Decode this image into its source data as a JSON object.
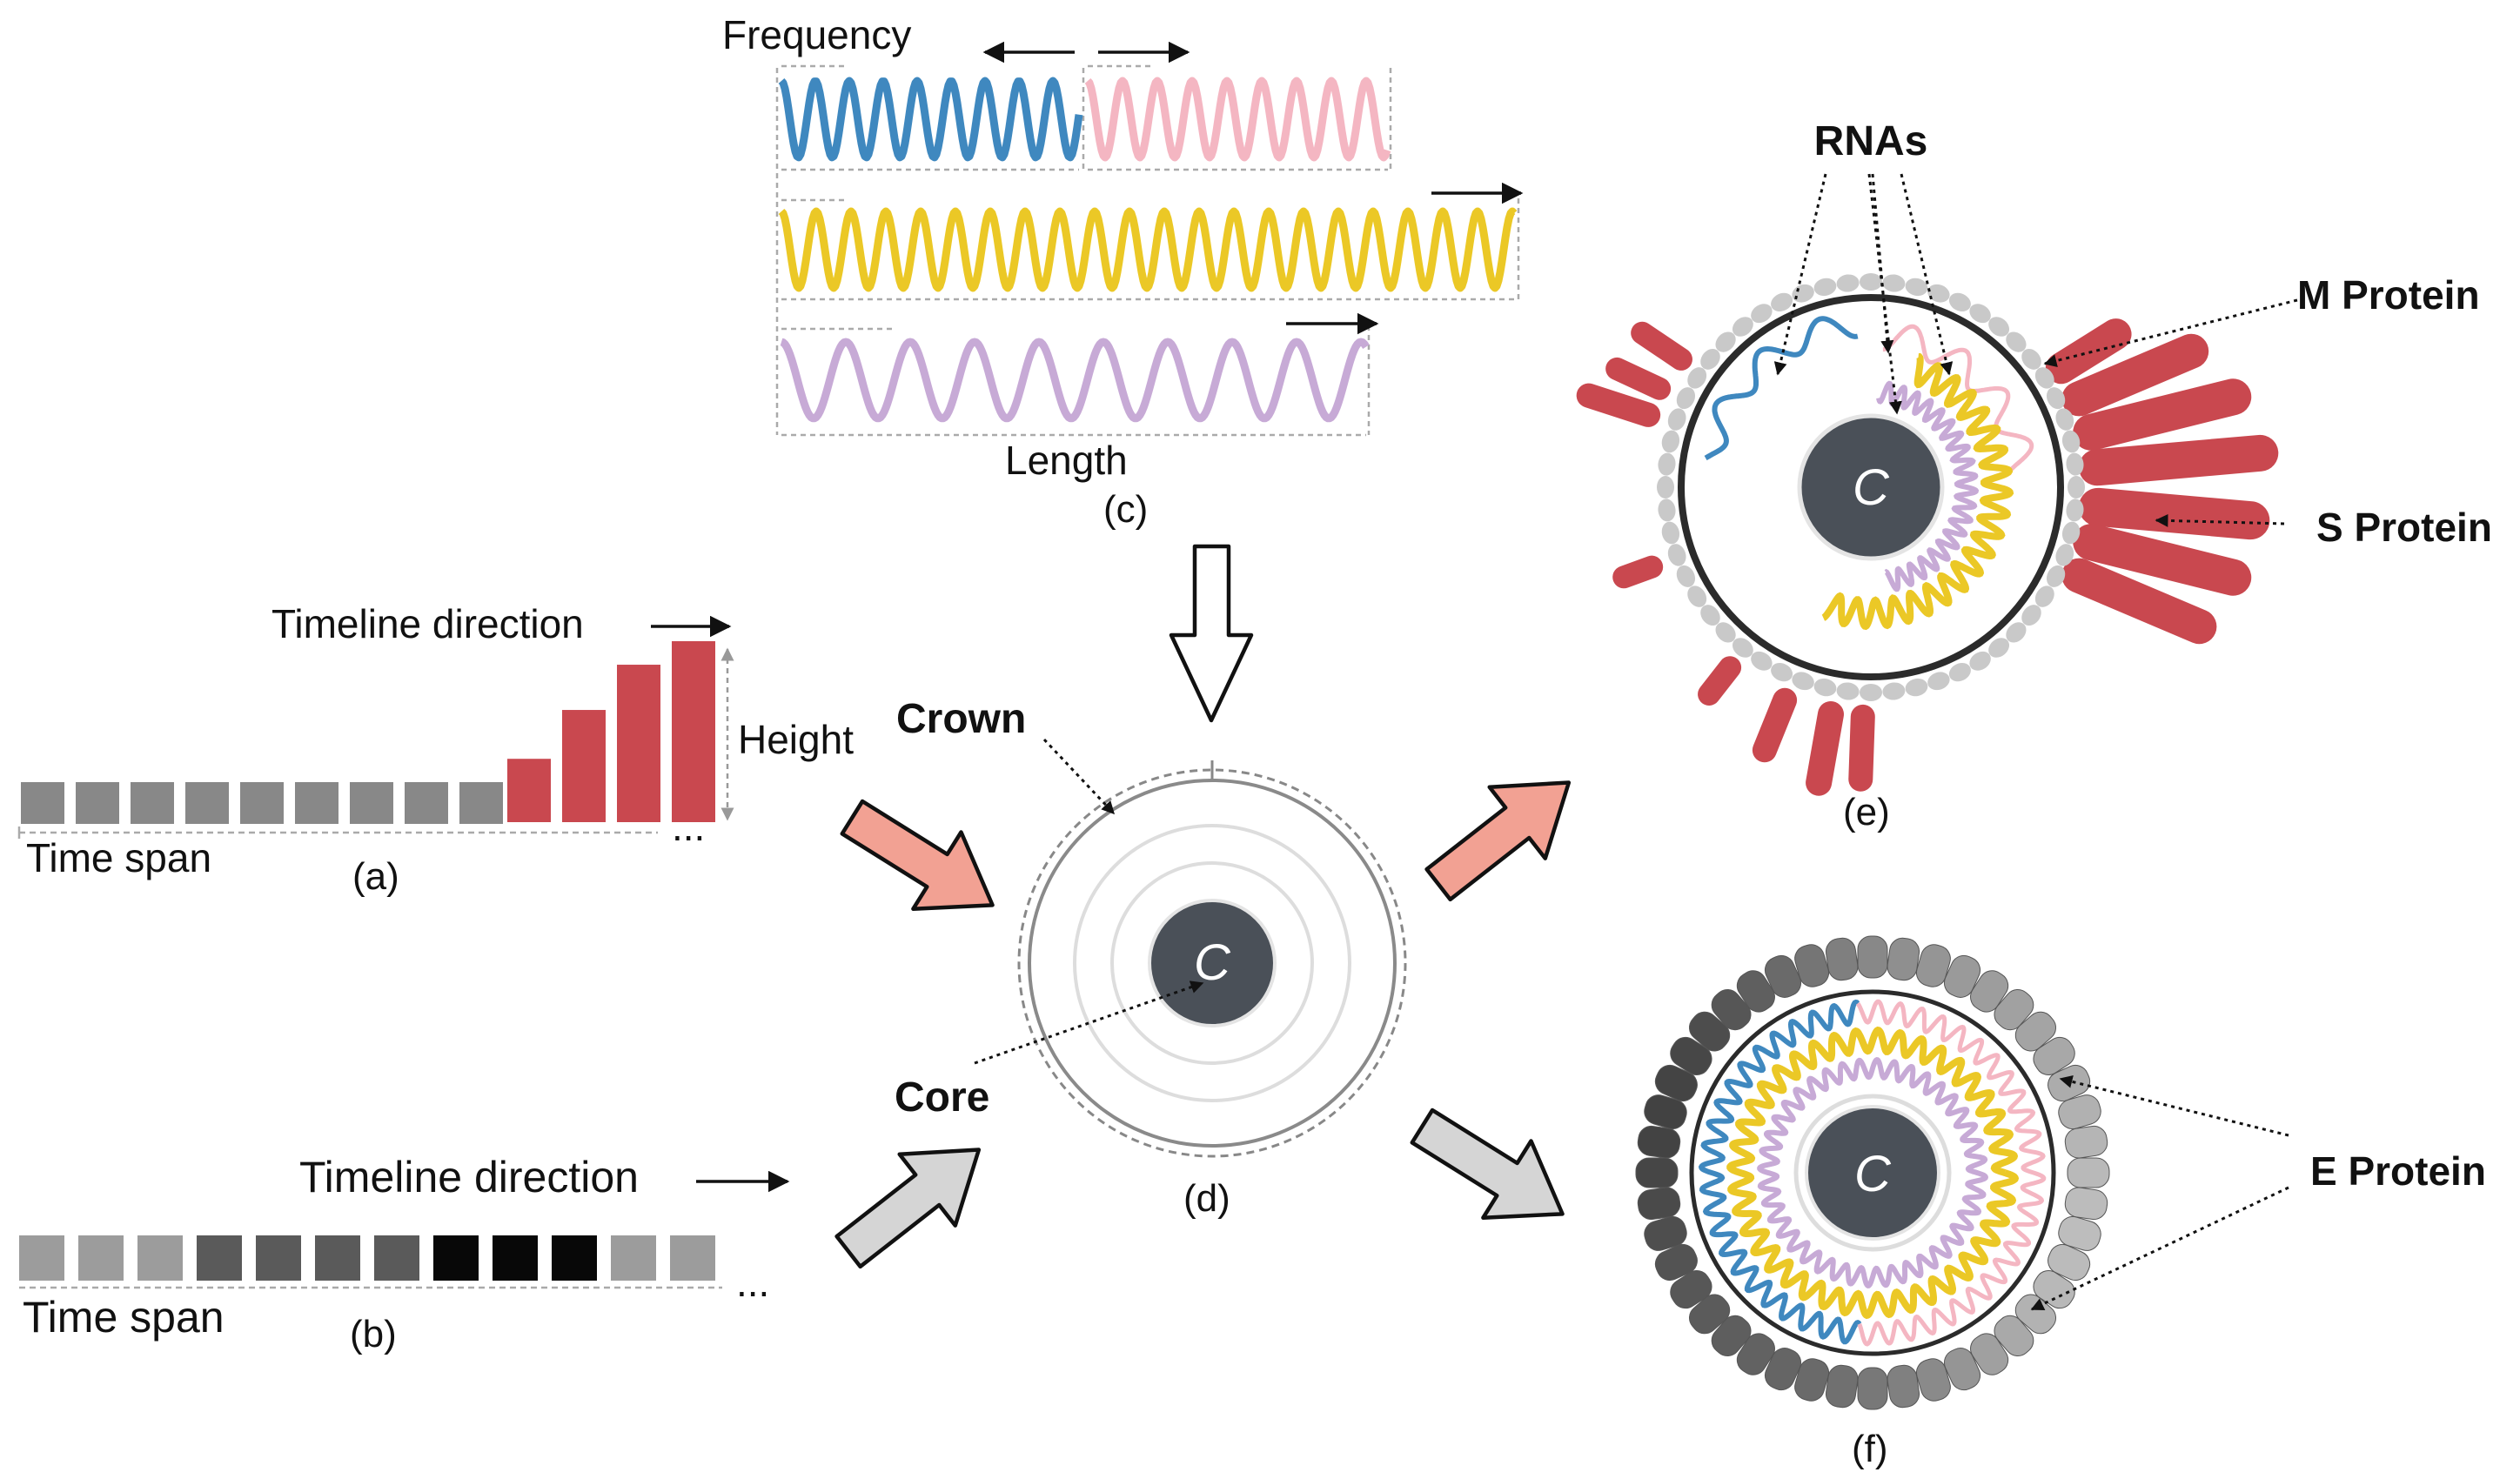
{
  "colors": {
    "red": "#c9484f",
    "gray_sq": "#888888",
    "salmon": "#f2a193",
    "light_arrow": "#cfcfcf",
    "dark_core": "#4a5058",
    "blue": "#3f88bf",
    "pink": "#f4b6c2",
    "yellow": "#ebc826",
    "lavender": "#c7aad6",
    "membrane": "#2b2b2b"
  },
  "panel_a": {
    "timeline_label": "Timeline direction",
    "height_label": "Height",
    "span_label": "Time span",
    "caption": "(a)",
    "ellipsis": "...",
    "gray_count": 9,
    "bar_levels": [
      0.35,
      0.62,
      0.87,
      1.0
    ]
  },
  "panel_b": {
    "timeline_label": "Timeline direction",
    "span_label": "Time span",
    "caption": "(b)",
    "ellipsis": "...",
    "shades": [
      "#9c9c9c",
      "#9c9c9c",
      "#9c9c9c",
      "#5a5a5a",
      "#5a5a5a",
      "#5a5a5a",
      "#5a5a5a",
      "#080808",
      "#080808",
      "#080808",
      "#9c9c9c",
      "#9c9c9c"
    ]
  },
  "panel_c": {
    "frequency_label": "Frequency",
    "length_label": "Length",
    "caption": "(c)"
  },
  "panel_d": {
    "crown_label": "Crown",
    "core_label": "Core",
    "core_letter": "C",
    "caption": "(d)"
  },
  "panel_e": {
    "rnas_label": "RNAs",
    "m_protein_label": "M Protein",
    "s_protein_label": "S Protein",
    "core_letter": "C",
    "caption": "(e)"
  },
  "panel_f": {
    "e_protein_label": "E Protein",
    "core_letter": "C",
    "caption": "(f)"
  }
}
